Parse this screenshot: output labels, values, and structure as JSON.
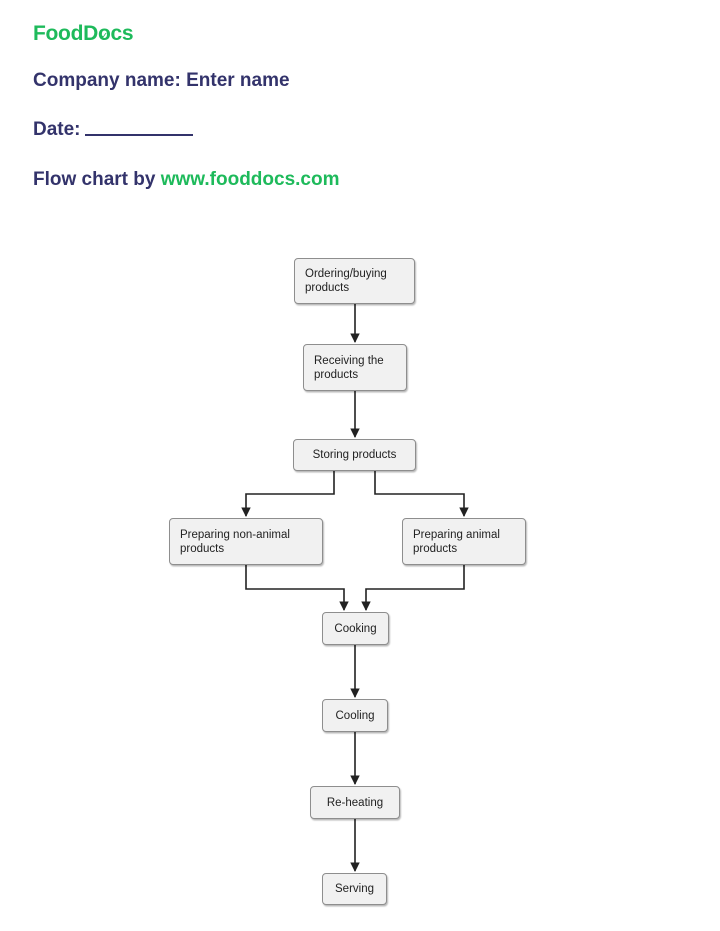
{
  "brand": {
    "logo_part1": "Food",
    "logo_mark": "o",
    "logo_part2": "cs",
    "logo_letter_d": "D",
    "logo_check": "✓"
  },
  "header": {
    "company_line": "Company name: Enter name",
    "date_label": "Date:",
    "flow_prefix": "Flow chart by ",
    "flow_link": "www.fooddocs.com"
  },
  "flowchart": {
    "steps": [
      "Ordering/buying products",
      "Receiving the products",
      "Storing products",
      "Preparing non-animal products",
      "Preparing animal products",
      "Cooking",
      "Cooling",
      "Re-heating",
      "Serving"
    ]
  },
  "colors": {
    "brand_green": "#1eba5b",
    "heading_navy": "#33336b",
    "box_fill": "#f1f1f1",
    "box_border": "#8e8e8e",
    "arrow": "#222222"
  }
}
